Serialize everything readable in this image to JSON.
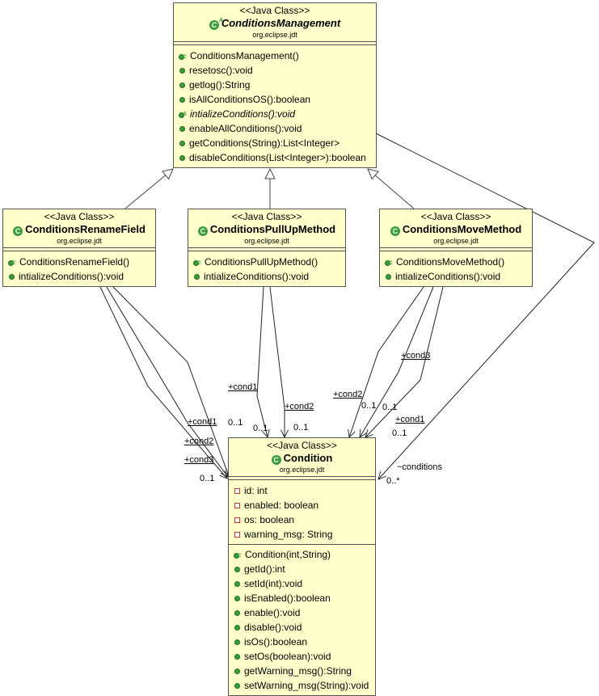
{
  "classes": {
    "management": {
      "stereotype": "<<Java Class>>",
      "name": "ConditionsManagement",
      "package": "org.eclipse.jdt",
      "methods": [
        {
          "kind": "ctor",
          "text": "ConditionsManagement()"
        },
        {
          "kind": "pub",
          "text": "resetosc():void"
        },
        {
          "kind": "pub",
          "text": "getlog():String"
        },
        {
          "kind": "pub",
          "text": "isAllConditionsOS():boolean"
        },
        {
          "kind": "abs",
          "text": "intializeConditions():void"
        },
        {
          "kind": "pub",
          "text": "enableAllConditions():void"
        },
        {
          "kind": "pub",
          "text": "getConditions(String):List<Integer>"
        },
        {
          "kind": "pub",
          "text": "disableConditions(List<Integer>):boolean"
        }
      ]
    },
    "rename_field": {
      "stereotype": "<<Java Class>>",
      "name": "ConditionsRenameField",
      "package": "org.eclipse.jdt",
      "methods": [
        {
          "kind": "ctor",
          "text": "ConditionsRenameField()"
        },
        {
          "kind": "pub",
          "text": "intializeConditions():void"
        }
      ]
    },
    "pull_up": {
      "stereotype": "<<Java Class>>",
      "name": "ConditionsPullUpMethod",
      "package": "org.eclipse.jdt",
      "methods": [
        {
          "kind": "ctor",
          "text": "ConditionsPullUpMethod()"
        },
        {
          "kind": "pub",
          "text": "intializeConditions():void"
        }
      ]
    },
    "move_method": {
      "stereotype": "<<Java Class>>",
      "name": "ConditionsMoveMethod",
      "package": "org.eclipse.jdt",
      "methods": [
        {
          "kind": "ctor",
          "text": "ConditionsMoveMethod()"
        },
        {
          "kind": "pub",
          "text": "intializeConditions():void"
        }
      ]
    },
    "condition": {
      "stereotype": "<<Java Class>>",
      "name": "Condition",
      "package": "org.eclipse.jdt",
      "fields": [
        {
          "kind": "priv",
          "text": "id: int"
        },
        {
          "kind": "priv",
          "text": "enabled: boolean"
        },
        {
          "kind": "priv",
          "text": "os: boolean"
        },
        {
          "kind": "priv",
          "text": "warning_msg: String"
        }
      ],
      "methods": [
        {
          "kind": "ctor",
          "text": "Condition(int,String)"
        },
        {
          "kind": "pub",
          "text": "getId():int"
        },
        {
          "kind": "pub",
          "text": "setId(int):void"
        },
        {
          "kind": "pub",
          "text": "isEnabled():boolean"
        },
        {
          "kind": "pub",
          "text": "enable():void"
        },
        {
          "kind": "pub",
          "text": "disable():void"
        },
        {
          "kind": "pub",
          "text": "isOs():boolean"
        },
        {
          "kind": "pub",
          "text": "setOs(boolean):void"
        },
        {
          "kind": "pub",
          "text": "getWarning_msg():String"
        },
        {
          "kind": "pub",
          "text": "setWarning_msg(String):void"
        }
      ]
    }
  },
  "labels": {
    "rf_cond1": "+cond1",
    "rf_cond2": "+cond2",
    "rf_cond3": "+cond3",
    "rf_mult_a": "0..1",
    "rf_mult_b": "0..1",
    "pu_cond1": "+cond1",
    "pu_cond2": "+cond2",
    "pu_mult_a": "0..1",
    "pu_mult_b": "0..1",
    "mm_cond2": "+cond2",
    "mm_cond3": "+cond3",
    "mm_cond1": "+cond1",
    "mm_mult_a": "0..1",
    "mm_mult_b": "0..1",
    "mm_mult_c": "0..1",
    "conditions": "~conditions",
    "conditions_mult": "0..*"
  }
}
